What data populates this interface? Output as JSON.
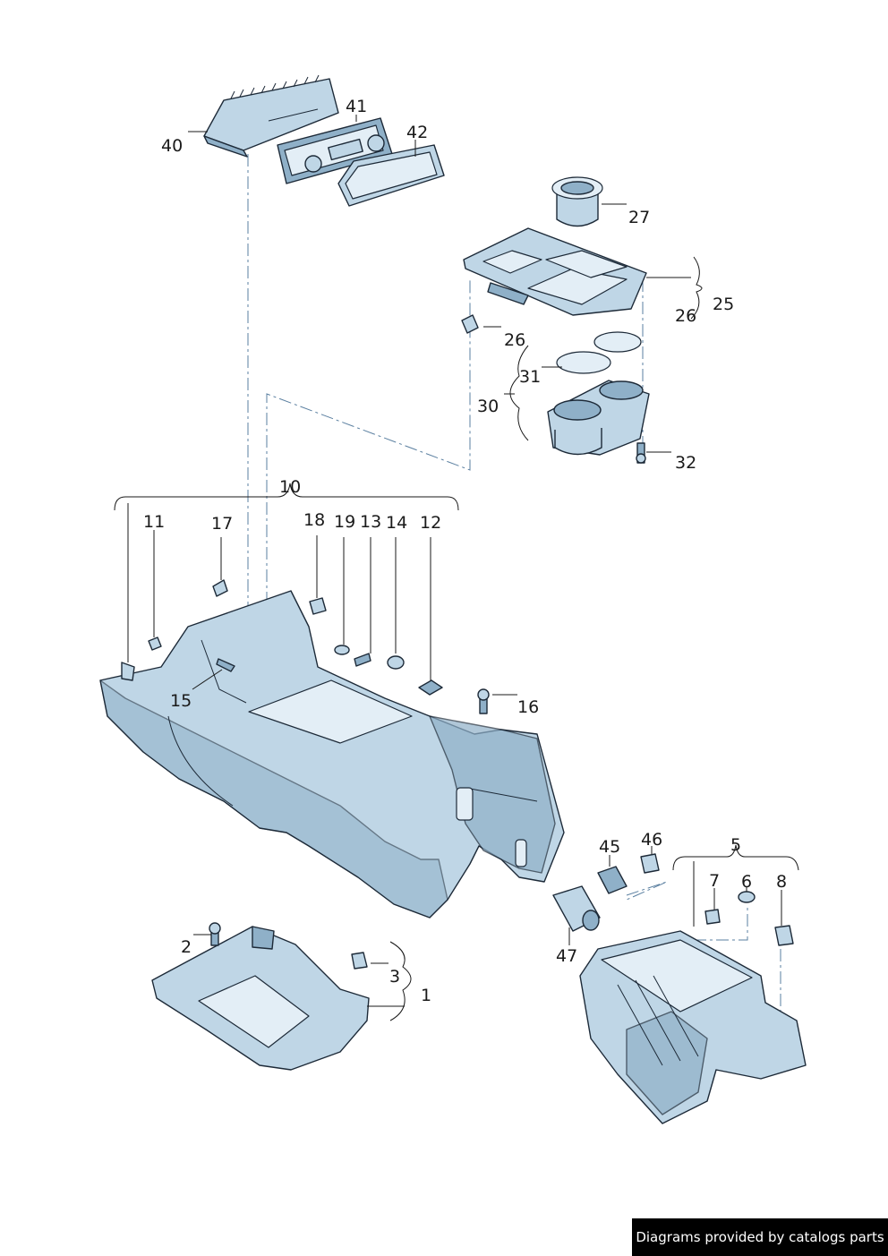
{
  "credit_text": "Diagrams provided by catalogs parts",
  "callouts": {
    "c1": "1",
    "c2": "2",
    "c3": "3",
    "c5": "5",
    "c6": "6",
    "c7": "7",
    "c8": "8",
    "c10": "10",
    "c11": "11",
    "c12": "12",
    "c13": "13",
    "c14": "14",
    "c15": "15",
    "c16": "16",
    "c17": "17",
    "c18": "18",
    "c19": "19",
    "c25": "25",
    "c26a": "26",
    "c26b": "26",
    "c27": "27",
    "c30": "30",
    "c31": "31",
    "c32": "32",
    "c40": "40",
    "c41": "41",
    "c42": "42",
    "c45": "45",
    "c46": "46",
    "c47": "47"
  },
  "colors": {
    "part_fill": "#bfd6e6",
    "part_shade": "#8fb0c8",
    "outline": "#1d2a38",
    "guide_line": "#5a7fa0"
  }
}
